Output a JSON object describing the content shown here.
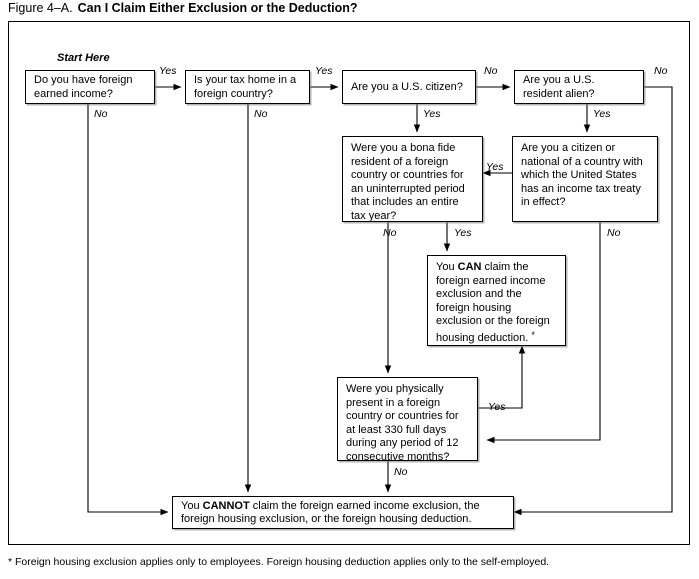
{
  "figure": {
    "number": "Figure 4–A.",
    "title": "Can I Claim Either Exclusion or the Deduction?"
  },
  "start_label": "Start Here",
  "footnote": "* Foreign housing exclusion applies only to employees. Foreign housing deduction applies only to the self-employed.",
  "nodes": {
    "foreign_income": "Do you have foreign earned income?",
    "tax_home": "Is your tax home in a foreign country?",
    "us_citizen": "Are you a U.S. citizen?",
    "resident_alien": "Are you a U.S. resident alien?",
    "bona_fide": "Were you a bona fide resident of a foreign country or countries for an uninterrupted period that includes an entire tax year?",
    "tax_treaty": "Are you a citizen or national of a country with which the United States has an income tax treaty in effect?",
    "can_claim_pre": "You ",
    "can_claim_bold": "CAN",
    "can_claim_post": " claim the foreign earned income exclusion and the foreign housing exclusion or the foreign housing deduction. ",
    "can_claim_star": "*",
    "physical_presence": "Were you physically present in a foreign country or countries for at least 330 full days during any period of 12 consecutive months?",
    "cannot_claim_pre": "You ",
    "cannot_claim_bold": "CANNOT",
    "cannot_claim_post": " claim the foreign earned income exclusion, the foreign housing exclusion, or the foreign housing deduction."
  },
  "edges": {
    "income_yes": "Yes",
    "income_no": "No",
    "taxhome_yes": "Yes",
    "taxhome_no": "No",
    "citizen_no": "No",
    "citizen_yes": "Yes",
    "alien_no": "No",
    "alien_yes": "Yes",
    "bonafide_no": "No",
    "bonafide_yes": "Yes",
    "treaty_yes": "Yes",
    "treaty_no": "No",
    "presence_yes": "Yes",
    "presence_no": "No"
  },
  "colors": {
    "line": "#000000",
    "background": "#ffffff",
    "shadow": "#787878"
  }
}
